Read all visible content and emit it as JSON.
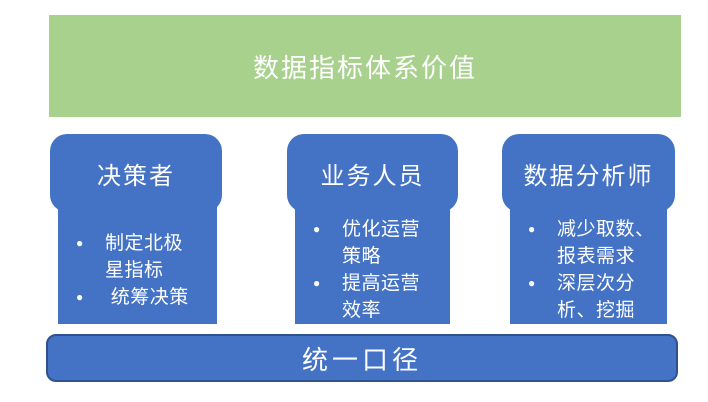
{
  "banner": {
    "title": "数据指标体系价值"
  },
  "cards": [
    {
      "title": "决策者",
      "bullets": [
        "制定北极\n星指标",
        " 统筹决策"
      ]
    },
    {
      "title": "业务人员",
      "bullets": [
        "优化运营\n策略",
        "提高运营\n效率"
      ]
    },
    {
      "title": "数据分析师",
      "bullets": [
        "减少取数、\n报表需求",
        "深层次分\n析、挖掘"
      ]
    }
  ],
  "footer": {
    "label": "统一口径"
  },
  "icons": {
    "bullet_glyph": "●"
  },
  "colors": {
    "banner_green": "#A9D18E",
    "card_blue": "#4472C4",
    "footer_border_blue": "#2F528F",
    "text_white": "#FFFFFF"
  }
}
